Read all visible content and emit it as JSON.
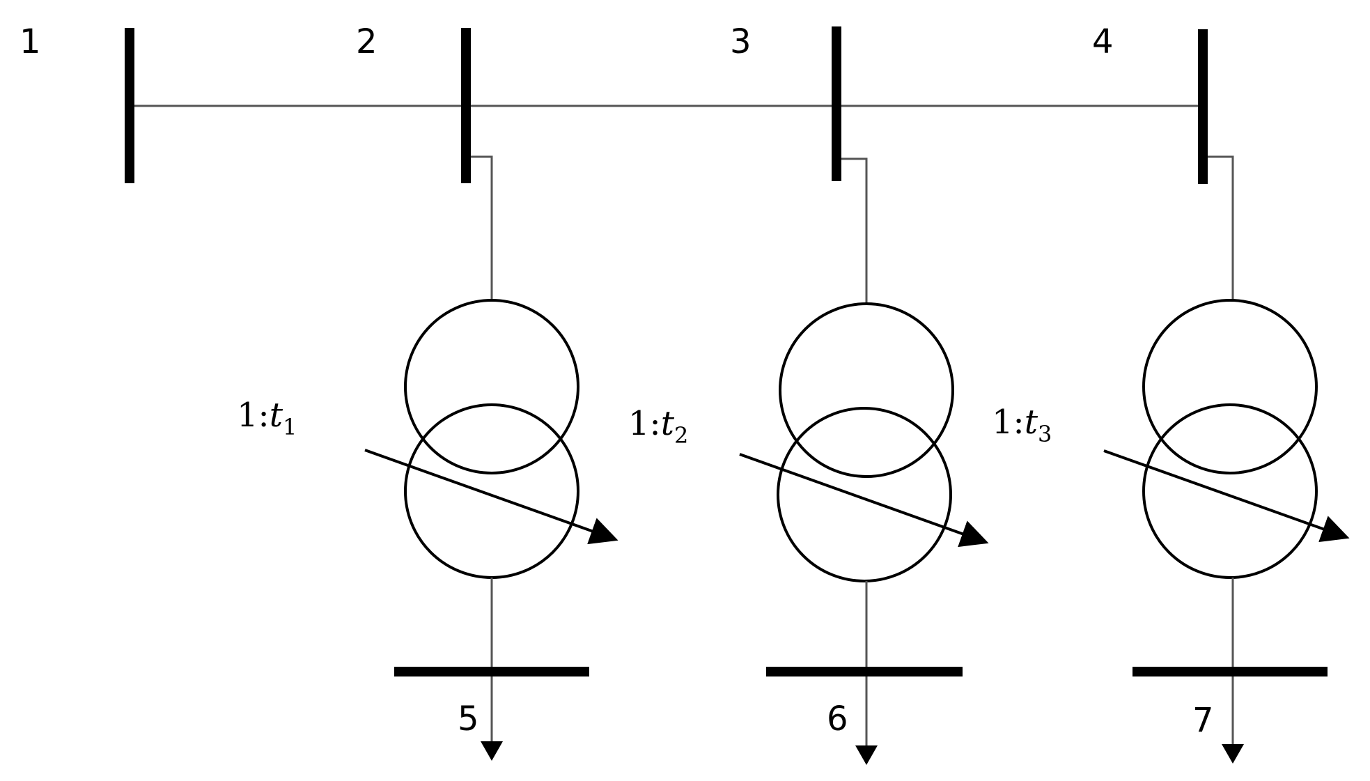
{
  "buses": {
    "b1": "1",
    "b2": "2",
    "b3": "3",
    "b4": "4",
    "b5": "5",
    "b6": "6",
    "b7": "7"
  },
  "transformers": [
    {
      "ratio_prefix": "1:",
      "var": "t",
      "sub": "1"
    },
    {
      "ratio_prefix": "1:",
      "var": "t",
      "sub": "2"
    },
    {
      "ratio_prefix": "1:",
      "var": "t",
      "sub": "3"
    }
  ],
  "colors": {
    "line": "#000000",
    "thin_line": "#555555"
  }
}
